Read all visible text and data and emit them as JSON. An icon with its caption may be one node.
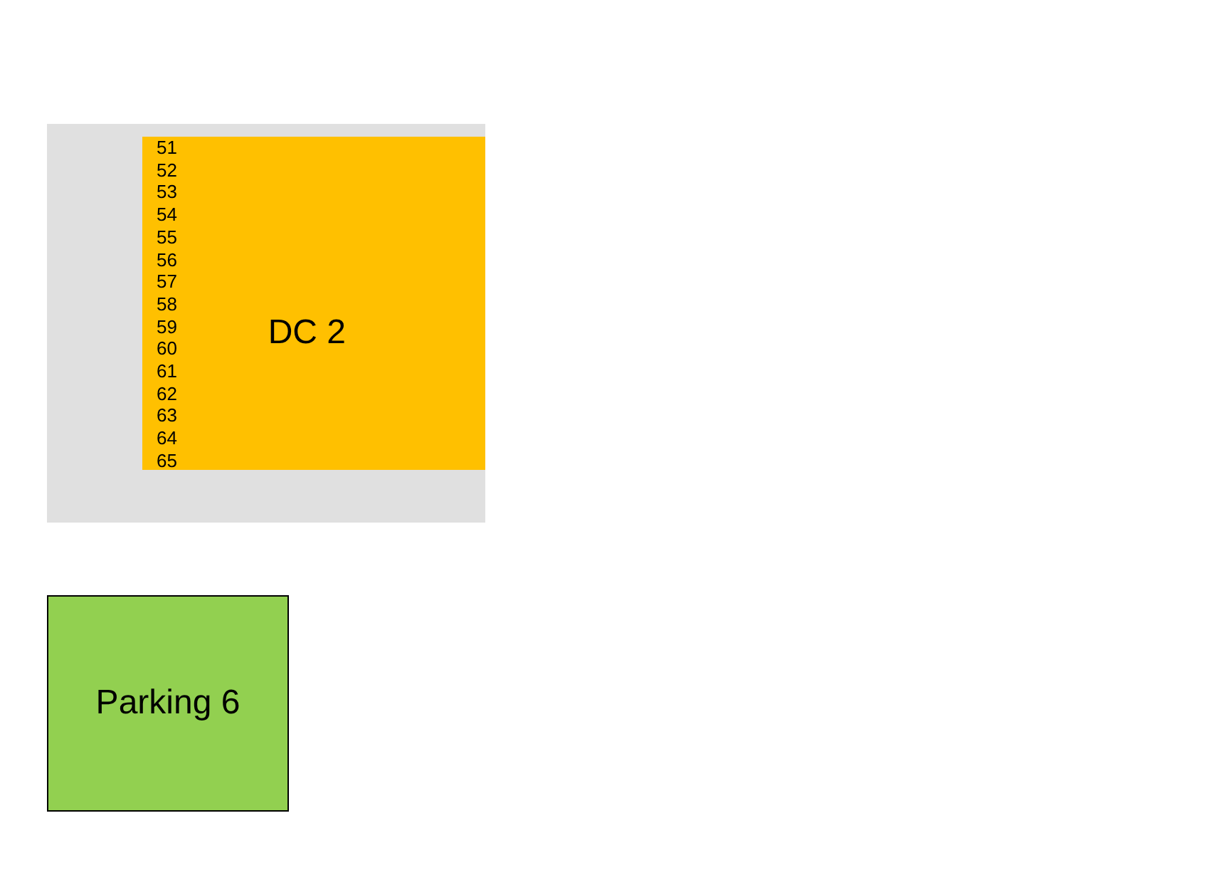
{
  "diagram": {
    "nodes": [
      {
        "text": [],
        "shape": "box"
      },
      {
        "text": [
          "DC 2",
          "51",
          "52",
          "53",
          "54",
          "55",
          "56",
          "57",
          "58",
          "59",
          "60",
          "61",
          "62",
          "63",
          "64",
          "65"
        ],
        "in": 0
      },
      {
        "text": [
          "Parking 6"
        ]
      }
    ]
  }
}
